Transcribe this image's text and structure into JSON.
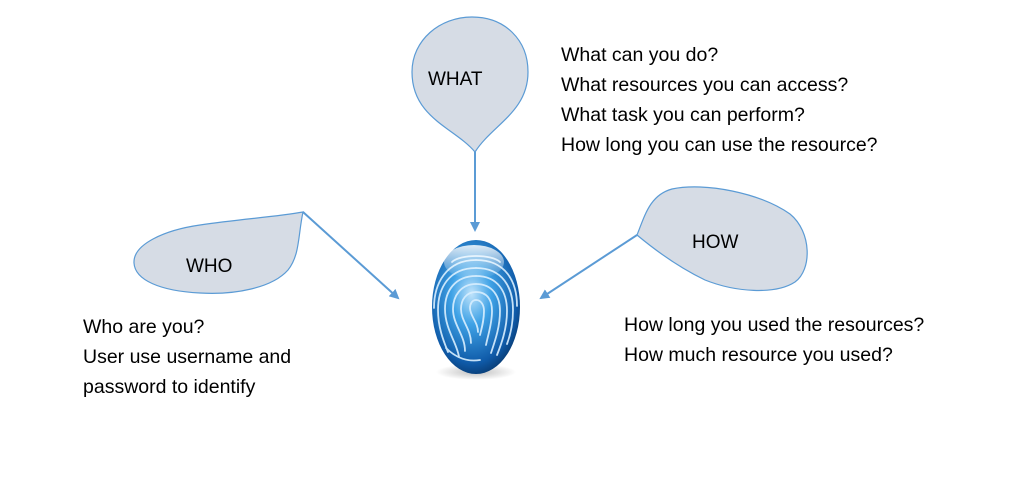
{
  "colors": {
    "bubble_fill": "#d6dce5",
    "bubble_stroke": "#5b9bd5",
    "arrow": "#5b9bd5",
    "text": "#000000",
    "fingerprint_light": "#9fd2f7",
    "fingerprint_mid": "#2d8fd9",
    "fingerprint_dark": "#0a3d7a"
  },
  "icons": {
    "center": "fingerprint-icon"
  },
  "what": {
    "label": "WHAT",
    "lines": [
      "What can you do?",
      "What resources you can access?",
      "What task you can perform?",
      "How long you can use the resource?"
    ]
  },
  "who": {
    "label": "WHO",
    "lines": [
      "Who are you?",
      "User use username and",
      "password to identify"
    ]
  },
  "how": {
    "label": "HOW",
    "lines": [
      "How long you used the resources?",
      "How much resource you used?"
    ]
  }
}
